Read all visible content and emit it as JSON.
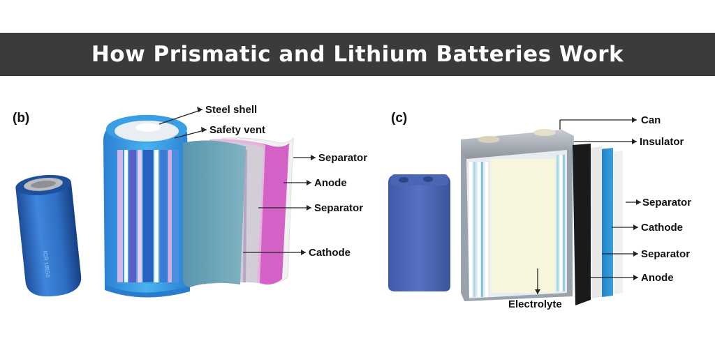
{
  "title": "How Prismatic and Lithium Batteries Work",
  "panel_b": {
    "tag": "(b)",
    "labels": {
      "steel_shell": "Steel shell",
      "safety_vent": "Safety vent",
      "separator_1": "Separator",
      "anode": "Anode",
      "separator_2": "Separator",
      "cathode": "Cathode"
    }
  },
  "panel_c": {
    "tag": "(c)",
    "labels": {
      "can": "Can",
      "insulator": "Insulator",
      "separator_1": "Separator",
      "cathode": "Cathode",
      "separator_2": "Separator",
      "anode": "Anode",
      "electrolyte": "Electrolyte"
    }
  },
  "colors": {
    "title_bar": "#3b3b3b",
    "cell_blue": "#2f7fd0",
    "anode_pink": "#cc55bb",
    "separator_grey": "#c9c9c9",
    "cathode_teal": "#6fa4b6",
    "electrolyte_cream": "#f7f6dc",
    "prismatic_anode": "#1a1a1a"
  }
}
